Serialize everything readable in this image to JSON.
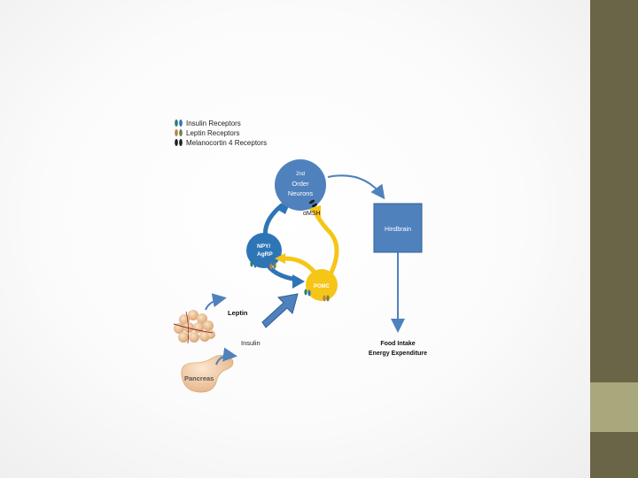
{
  "legend": {
    "insulin": "Insulin Receptors",
    "leptin": "Leptin Receptors",
    "mc4": "Melanocortin 4 Receptors"
  },
  "labels": {
    "second_order_line1": "2nd",
    "second_order_line2": "Order",
    "second_order_line3": "Neurons",
    "amsh": "αMSH",
    "hindbrain": "Hindbrain",
    "npy_line1": "NPY/",
    "npy_line2": "AgRP",
    "pomc": "POMC",
    "leptin": "Leptin",
    "insulin": "Insulin",
    "pancreas": "Pancreas",
    "outcome_line1": "Food Intake",
    "outcome_line2": "Energy Expenditure"
  },
  "colors": {
    "background_bar": "#6b6547",
    "accent_bar": "#a9a87c",
    "blue_neuron": "#2e75b6",
    "yellow_neuron": "#f5c518",
    "hindbrain_box": "#4f81bd",
    "arrow": "#4f81bd",
    "insulin_receptor": "#2e7d6f",
    "leptin_receptor": "#b5824a",
    "mc4_receptor": "#1f1f1f"
  }
}
